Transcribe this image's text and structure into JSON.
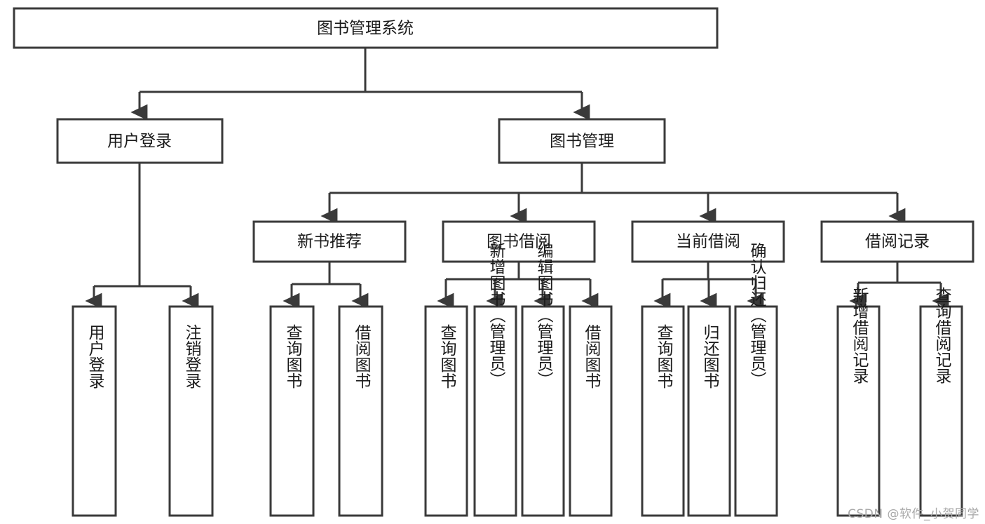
{
  "diagram": {
    "type": "tree",
    "title": "图书管理系统",
    "watermark": "CSDN @软件_小贺同学",
    "colors": {
      "stroke": "#3a3a3a",
      "fill": "#ffffff",
      "text": "#1a1a1a",
      "background": "#ffffff",
      "watermark": "#a8a8a8"
    },
    "levels": {
      "root": "图书管理系统",
      "level2": [
        "用户登录",
        "图书管理"
      ],
      "level3": [
        "新书推荐",
        "图书借阅",
        "当前借阅",
        "借阅记录"
      ]
    },
    "nodes": {
      "root": {
        "label": "图书管理系统",
        "orientation": "horizontal"
      },
      "user_login": {
        "label": "用户登录",
        "orientation": "horizontal"
      },
      "book_manage": {
        "label": "图书管理",
        "orientation": "horizontal"
      },
      "new_book_rec": {
        "label": "新书推荐",
        "orientation": "horizontal"
      },
      "book_borrow": {
        "label": "图书借阅",
        "orientation": "horizontal"
      },
      "current_borrow": {
        "label": "当前借阅",
        "orientation": "horizontal"
      },
      "borrow_record": {
        "label": "借阅记录",
        "orientation": "horizontal"
      },
      "leaf_user_login": {
        "label": "用户登录",
        "orientation": "vertical"
      },
      "leaf_logout": {
        "label": "注销登录",
        "orientation": "vertical"
      },
      "leaf_query_book_a": {
        "label": "查询图书",
        "orientation": "vertical"
      },
      "leaf_borrow_book_a": {
        "label": "借阅图书",
        "orientation": "vertical"
      },
      "leaf_query_book_b": {
        "label": "查询图书",
        "orientation": "vertical"
      },
      "leaf_add_book": {
        "label": "新增图书（管理员）",
        "orientation": "vertical"
      },
      "leaf_edit_book": {
        "label": "编辑图书（管理员）",
        "orientation": "vertical"
      },
      "leaf_borrow_book_b": {
        "label": "借阅图书",
        "orientation": "vertical"
      },
      "leaf_query_book_c": {
        "label": "查询图书",
        "orientation": "vertical"
      },
      "leaf_return_book": {
        "label": "归还图书",
        "orientation": "vertical"
      },
      "leaf_confirm_return": {
        "label": "确认归还（管理员）",
        "orientation": "vertical"
      },
      "leaf_add_record": {
        "label": "新增借阅记录",
        "orientation": "vertical"
      },
      "leaf_query_record": {
        "label": "查询借阅记录",
        "orientation": "vertical"
      }
    },
    "edges": [
      {
        "from": "root",
        "to": "user_login"
      },
      {
        "from": "root",
        "to": "book_manage"
      },
      {
        "from": "user_login",
        "to": "leaf_user_login"
      },
      {
        "from": "user_login",
        "to": "leaf_logout"
      },
      {
        "from": "book_manage",
        "to": "new_book_rec"
      },
      {
        "from": "book_manage",
        "to": "book_borrow"
      },
      {
        "from": "book_manage",
        "to": "current_borrow"
      },
      {
        "from": "book_manage",
        "to": "borrow_record"
      },
      {
        "from": "new_book_rec",
        "to": "leaf_query_book_a"
      },
      {
        "from": "new_book_rec",
        "to": "leaf_borrow_book_a"
      },
      {
        "from": "book_borrow",
        "to": "leaf_query_book_b"
      },
      {
        "from": "book_borrow",
        "to": "leaf_add_book"
      },
      {
        "from": "book_borrow",
        "to": "leaf_edit_book"
      },
      {
        "from": "book_borrow",
        "to": "leaf_borrow_book_b"
      },
      {
        "from": "current_borrow",
        "to": "leaf_query_book_c"
      },
      {
        "from": "current_borrow",
        "to": "leaf_return_book"
      },
      {
        "from": "current_borrow",
        "to": "leaf_confirm_return"
      },
      {
        "from": "borrow_record",
        "to": "leaf_add_record"
      },
      {
        "from": "borrow_record",
        "to": "leaf_query_record"
      }
    ]
  }
}
